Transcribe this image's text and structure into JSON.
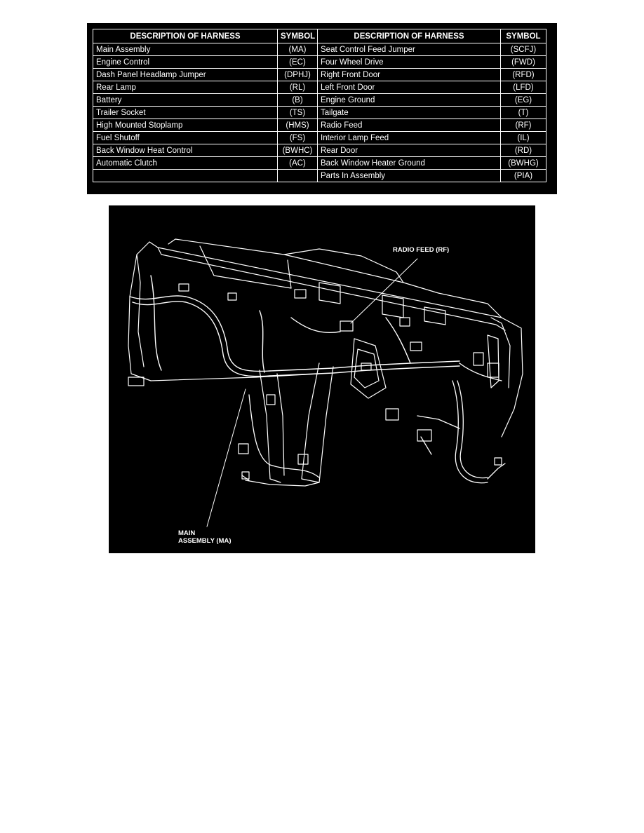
{
  "table": {
    "headers": {
      "description_left": "DESCRIPTION OF HARNESS",
      "symbol_left": "SYMBOL",
      "description_right": "DESCRIPTION OF HARNESS",
      "symbol_right": "SYMBOL"
    },
    "rows": [
      {
        "left_desc": "Main Assembly",
        "left_sym": "(MA)",
        "right_desc": "Seat Control Feed Jumper",
        "right_sym": "(SCFJ)"
      },
      {
        "left_desc": "Engine Control",
        "left_sym": "(EC)",
        "right_desc": "Four Wheel Drive",
        "right_sym": "(FWD)"
      },
      {
        "left_desc": "Dash Panel Headlamp Jumper",
        "left_sym": "(DPHJ)",
        "right_desc": "Right Front Door",
        "right_sym": "(RFD)"
      },
      {
        "left_desc": "Rear Lamp",
        "left_sym": "(RL)",
        "right_desc": "Left Front Door",
        "right_sym": "(LFD)"
      },
      {
        "left_desc": "Battery",
        "left_sym": "(B)",
        "right_desc": "Engine Ground",
        "right_sym": "(EG)"
      },
      {
        "left_desc": "Trailer Socket",
        "left_sym": "(TS)",
        "right_desc": "Tailgate",
        "right_sym": "(T)"
      },
      {
        "left_desc": "High Mounted Stoplamp",
        "left_sym": "(HMS)",
        "right_desc": "Radio Feed",
        "right_sym": "(RF)"
      },
      {
        "left_desc": "Fuel Shutoff",
        "left_sym": "(FS)",
        "right_desc": "Interior Lamp Feed",
        "right_sym": "(IL)"
      },
      {
        "left_desc": "Back Window Heat Control",
        "left_sym": "(BWHC)",
        "right_desc": "Rear Door",
        "right_sym": "(RD)"
      },
      {
        "left_desc": "Automatic Clutch",
        "left_sym": "(AC)",
        "right_desc": "Back Window Heater Ground",
        "right_sym": "(BWHG)"
      },
      {
        "left_desc": "",
        "left_sym": "",
        "right_desc": "Parts In Assembly",
        "right_sym": "(PIA)"
      }
    ]
  },
  "diagram": {
    "callout_radio_feed": "RADIO FEED (RF)",
    "callout_main_line1": "MAIN",
    "callout_main_line2": "ASSEMBLY (MA)"
  }
}
